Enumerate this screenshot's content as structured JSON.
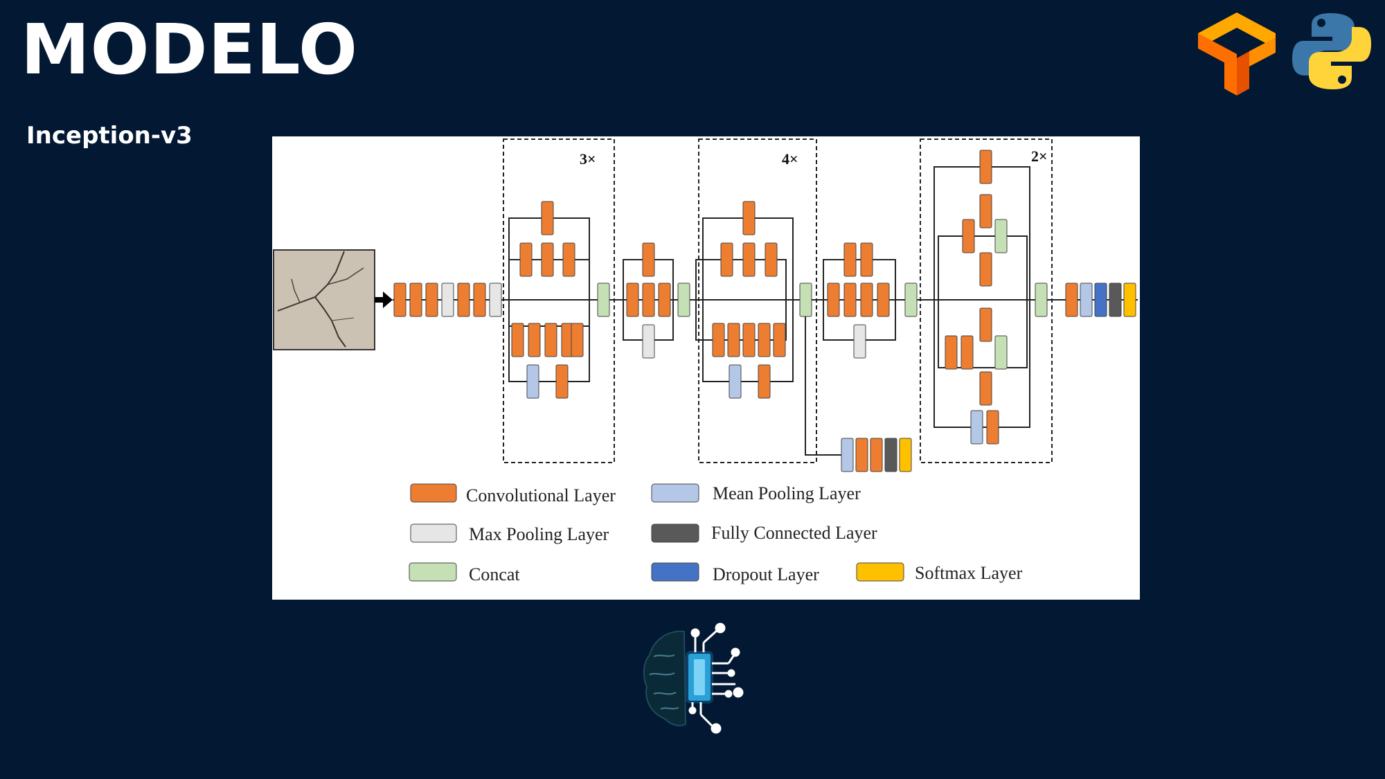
{
  "header": {
    "title": "MODELO"
  },
  "model": {
    "name": "Inception-v3"
  },
  "diagram": {
    "multipliers": [
      "3×",
      "4×",
      "2×"
    ],
    "legend": {
      "conv": "Convolutional Layer",
      "maxpool": "Max Pooling Layer",
      "concat": "Concat",
      "meanpool": "Mean Pooling Layer",
      "fc": "Fully Connected Layer",
      "dropout": "Dropout Layer",
      "softmax": "Softmax Layer"
    },
    "colors": {
      "conv": "#ed7d31",
      "maxpool": "#e7e6e6",
      "concat": "#c5e0b4",
      "meanpool": "#b4c7e7",
      "fc": "#595959",
      "dropout": "#4472c4",
      "softmax": "#ffc000"
    }
  },
  "logos": {
    "tensorflow": "tensorflow-logo",
    "python": "python-logo",
    "brain": "ai-brain-chip-logo"
  }
}
